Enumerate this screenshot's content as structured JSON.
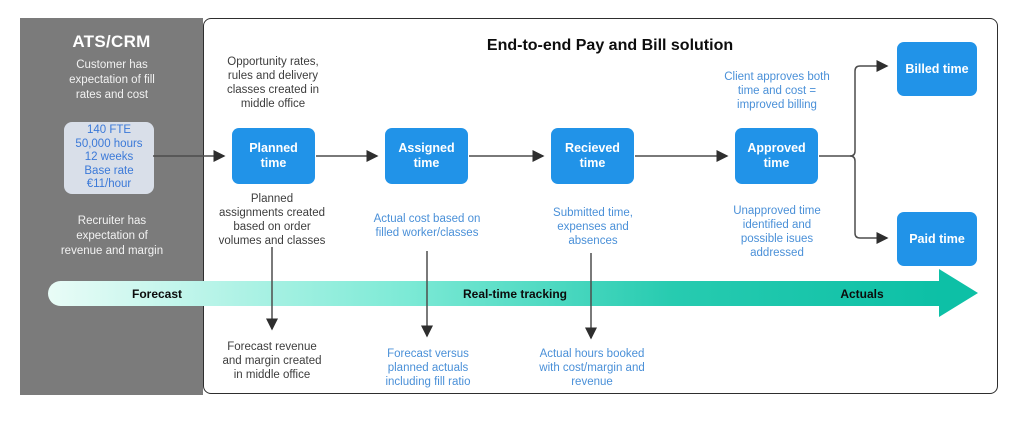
{
  "colors": {
    "sidebar-gray": "#7b7b7b",
    "box-blue": "#2193e8",
    "annotation-blue": "#4a90d8",
    "dark-text": "#3d3d3d",
    "metrics-bg": "#d9dfe9",
    "metrics-text": "#3b79d8",
    "timeline-start": "#e9fcf7",
    "timeline-end": "#0dc0a6",
    "connector": "#4d4d4d"
  },
  "sidebar": {
    "title": "ATS/CRM",
    "customer_text": "Customer has\nexpectation of fill\nrates and cost",
    "metrics": "140 FTE\n50,000 hours\n12 weeks\nBase rate\n€11/hour",
    "recruiter_text": "Recruiter has\nexpectation of\nrevenue and margin"
  },
  "main": {
    "title": "End-to-end Pay and Bill solution"
  },
  "flow": [
    {
      "label": "Planned\ntime"
    },
    {
      "label": "Assigned\ntime"
    },
    {
      "label": "Recieved\ntime"
    },
    {
      "label": "Approved\ntime"
    },
    {
      "label": "Billed time"
    },
    {
      "label": "Paid time"
    }
  ],
  "annotations": [
    {
      "text": "Opportunity rates,\nrules and delivery\nclasses created in\nmiddle office"
    },
    {
      "text": "Planned\nassignments created\nbased on order\nvolumes and classes"
    },
    {
      "text": "Actual cost based on\nfilled worker/classes"
    },
    {
      "text": "Submitted time,\nexpenses and\nabsences"
    },
    {
      "text": "Client approves both\ntime and cost =\nimproved billing"
    },
    {
      "text": "Unapproved time\nidentified and\npossible isues\naddressed"
    },
    {
      "text": "Forecast revenue\nand margin created\nin middle office"
    },
    {
      "text": "Forecast versus\nplanned actuals\nincluding fill ratio"
    },
    {
      "text": "Actual hours booked\nwith cost/margin and\nrevenue"
    }
  ],
  "timeline": {
    "labels": [
      "Forecast",
      "Real-time tracking",
      "Actuals"
    ]
  }
}
